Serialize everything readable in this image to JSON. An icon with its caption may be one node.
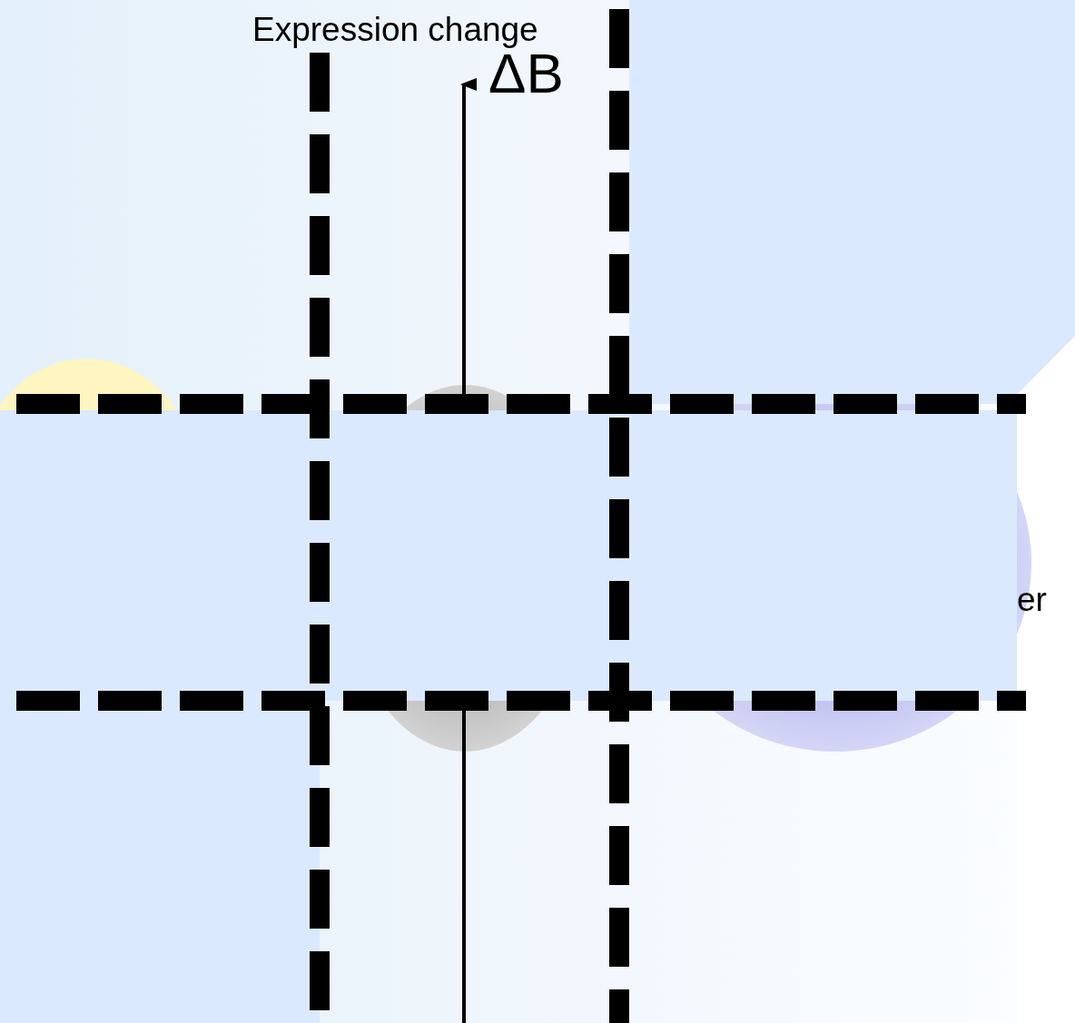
{
  "diagram": {
    "labels": [
      "Expression change",
      "ΔB",
      "er"
    ]
  }
}
